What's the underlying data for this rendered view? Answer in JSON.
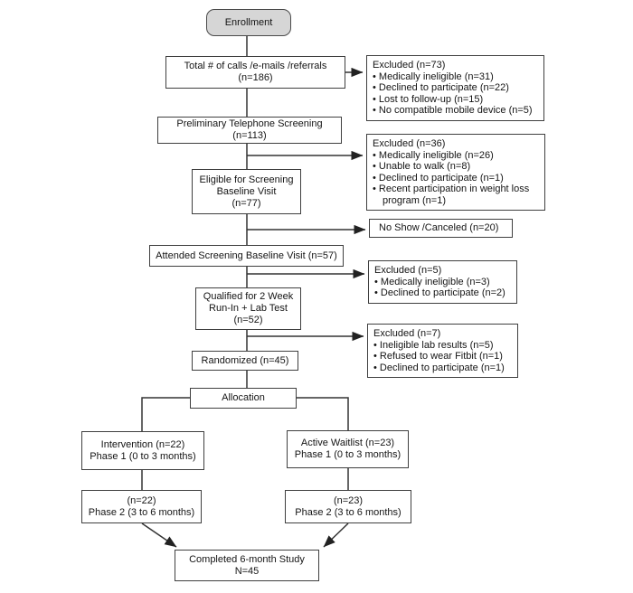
{
  "diagram_title": "Enrollment",
  "colors": {
    "box_border": "#3f3f3f",
    "enrollment_fill": "#d6d6d6",
    "line": "#2f2f2f",
    "text": "#141414"
  },
  "main_flow": {
    "enrollment": {
      "l1": "Enrollment"
    },
    "total_calls": {
      "l1": "Total # of calls /e-mails /referrals",
      "l2": "(n=186)"
    },
    "prelim_screening": {
      "l1": "Preliminary Telephone Screening",
      "l2": "(n=113)"
    },
    "eligible_baseline": {
      "l1": "Eligible for Screening",
      "l2": "Baseline Visit",
      "l3": "(n=77)"
    },
    "attended_baseline": {
      "l1": "Attended Screening Baseline Visit (n=57)"
    },
    "qualified_runin": {
      "l1": "Qualified for 2 Week",
      "l2": "Run-In + Lab Test",
      "l3": "(n=52)"
    },
    "randomized": {
      "l1": "Randomized (n=45)"
    },
    "allocation": {
      "l1": "Allocation"
    },
    "intervention_phase1": {
      "l1": "Intervention (n=22)",
      "l2": "Phase 1 (0 to 3 months)"
    },
    "waitlist_phase1": {
      "l1": "Active Waitlist (n=23)",
      "l2": "Phase 1 (0 to 3 months)"
    },
    "intervention_phase2": {
      "l1": "(n=22)",
      "l2": "Phase 2 (3 to 6 months)"
    },
    "waitlist_phase2": {
      "l1": "(n=23)",
      "l2": "Phase 2 (3 to 6 months)"
    },
    "completed": {
      "l1": "Completed 6-month Study",
      "l2": "N=45"
    }
  },
  "side_boxes": {
    "excluded_calls": {
      "title": "Excluded (n=73)",
      "items": [
        "Medically ineligible (n=31)",
        "Declined to participate (n=22)",
        "Lost to follow-up (n=15)",
        "No compatible mobile device (n=5)"
      ]
    },
    "excluded_phone": {
      "title": "Excluded (n=36)",
      "items": [
        "Medically ineligible (n=26)",
        "Unable to walk (n=8)",
        "Declined to participate (n=1)",
        "Recent participation in weight loss program (n=1)"
      ]
    },
    "no_show": {
      "title": "No Show /Canceled (n=20)"
    },
    "excluded_baseline": {
      "title": "Excluded (n=5)",
      "items": [
        "Medically ineligible (n=3)",
        "Declined to participate (n=2)"
      ]
    },
    "excluded_runin": {
      "title": "Excluded (n=7)",
      "items": [
        "Ineligible lab results (n=5)",
        "Refused to wear Fitbit (n=1)",
        "Declined to participate (n=1)"
      ]
    }
  }
}
